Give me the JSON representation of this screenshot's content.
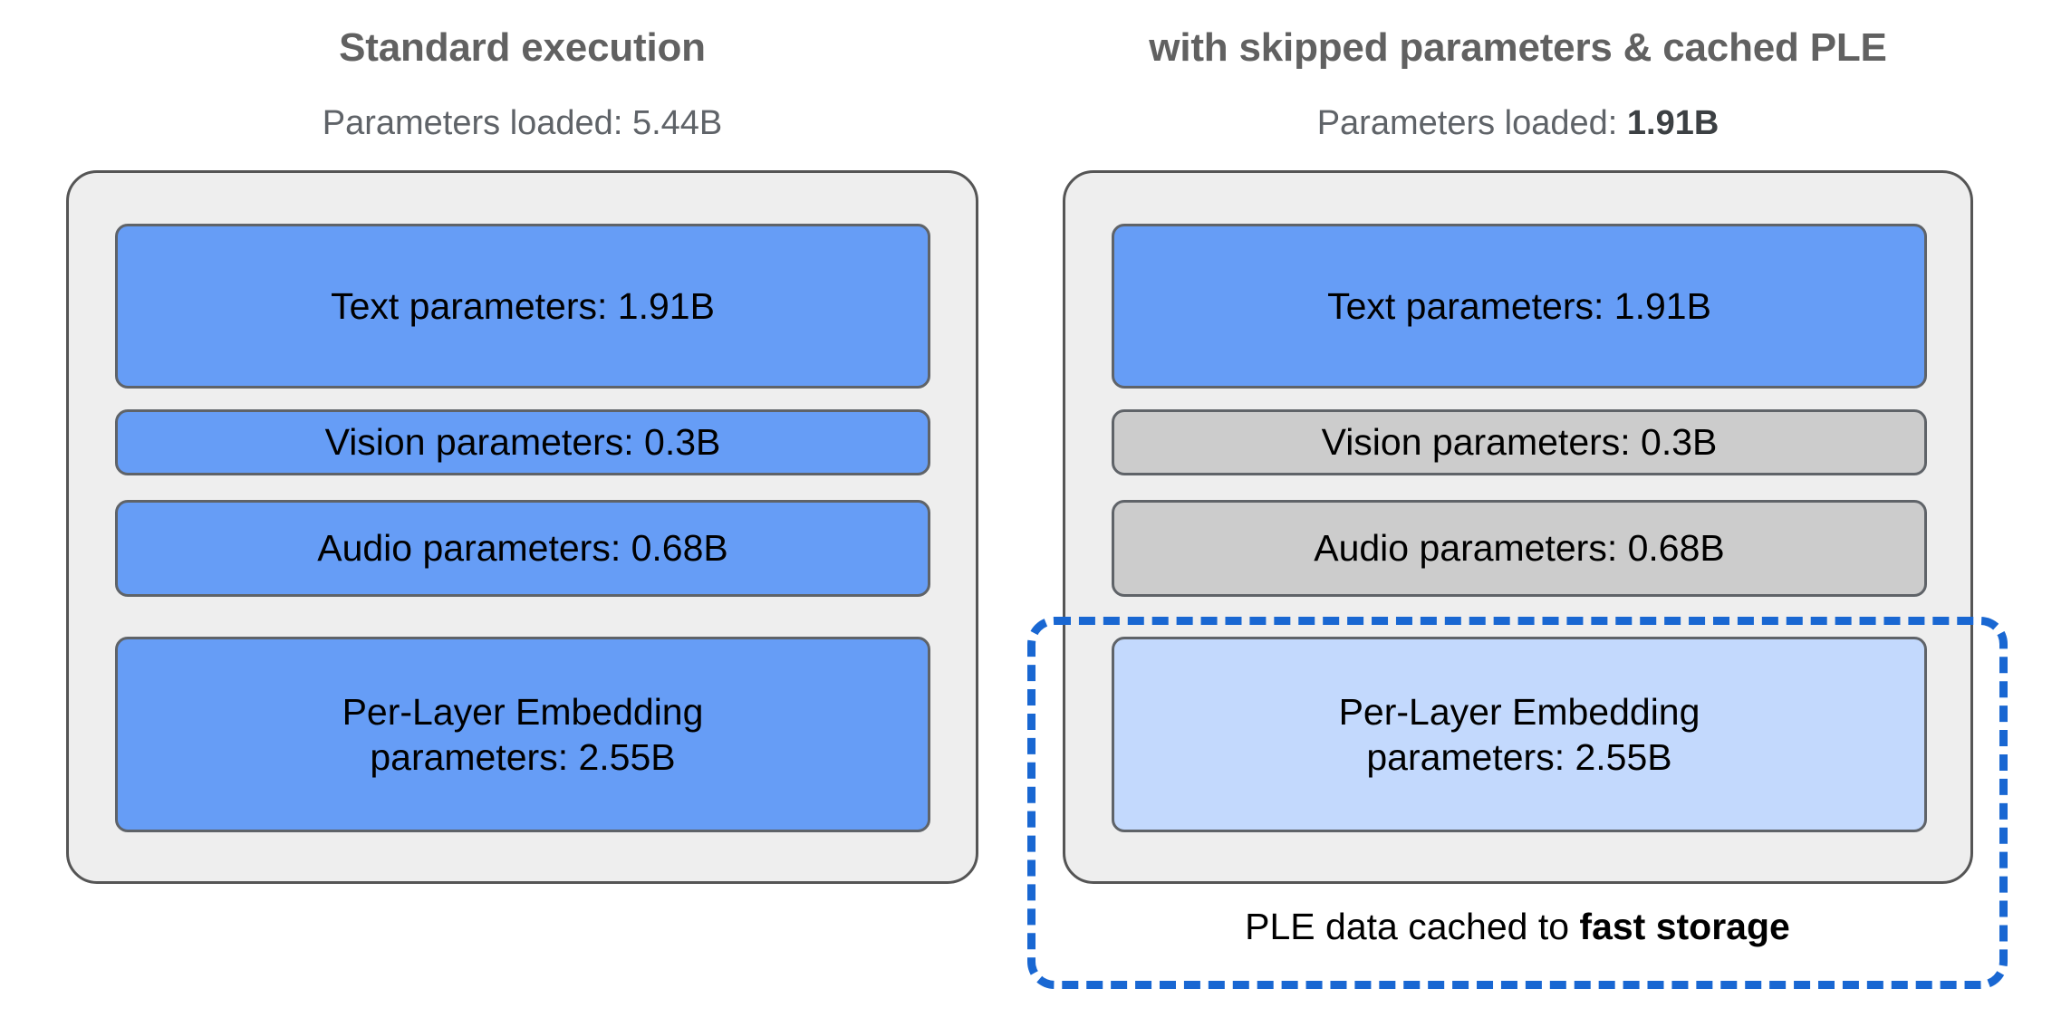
{
  "columns": [
    {
      "id": "standard",
      "title": "Standard execution",
      "subtitle_prefix": "Parameters loaded: ",
      "subtitle_value": "5.44B",
      "subtitle_value_bold": false,
      "boxes": [
        {
          "id": "text",
          "label": "Text parameters: 1.91B",
          "style": "blue"
        },
        {
          "id": "vision",
          "label": "Vision parameters: 0.3B",
          "style": "blue"
        },
        {
          "id": "audio",
          "label": "Audio parameters: 0.68B",
          "style": "blue"
        },
        {
          "id": "ple",
          "label": "Per-Layer Embedding\nparameters: 2.55B",
          "style": "blue"
        }
      ]
    },
    {
      "id": "skipped",
      "title": "with skipped parameters & cached PLE",
      "subtitle_prefix": "Parameters loaded: ",
      "subtitle_value": "1.91B",
      "subtitle_value_bold": true,
      "boxes": [
        {
          "id": "text",
          "label": "Text parameters: 1.91B",
          "style": "blue"
        },
        {
          "id": "vision",
          "label": "Vision parameters: 0.3B",
          "style": "gray"
        },
        {
          "id": "audio",
          "label": "Audio parameters: 0.68B",
          "style": "gray"
        },
        {
          "id": "ple",
          "label": "Per-Layer Embedding\nparameters: 2.55B",
          "style": "lightblue"
        }
      ],
      "cache_caption_prefix": "PLE data cached to ",
      "cache_caption_emphasis": "fast storage"
    }
  ],
  "colors": {
    "active_blue": "#669DF6",
    "cached_blue": "#C3D9FD",
    "skipped_gray": "#CCCCCC",
    "cache_outline": "#1967D2",
    "panel_fill": "#EEEEEE",
    "panel_stroke": "#555555",
    "title_text": "#616161"
  }
}
